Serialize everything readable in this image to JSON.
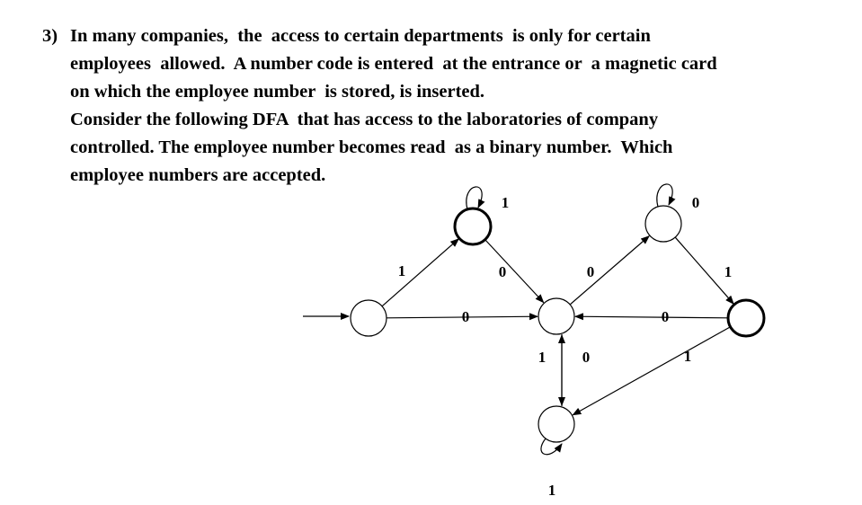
{
  "question": {
    "number": "3)",
    "lines": [
      "In many companies,  the  access to certain departments  is only for certain",
      "employees  allowed.  A number code is entered  at the entrance or  a magnetic card",
      "on which the employee number  is stored, is inserted.",
      "Consider the following DFA  that has access to the laboratories of company",
      "controlled. The employee number becomes read  as a binary number.  Which",
      "employee numbers are accepted."
    ]
  },
  "dfa": {
    "states": [
      {
        "id": "q0",
        "role": "start",
        "accepting": false
      },
      {
        "id": "q1",
        "role": "top-left",
        "accepting": true
      },
      {
        "id": "q2",
        "role": "center",
        "accepting": false
      },
      {
        "id": "q3",
        "role": "top-right",
        "accepting": false
      },
      {
        "id": "q4",
        "role": "right",
        "accepting": true
      },
      {
        "id": "q5",
        "role": "bottom",
        "accepting": false
      }
    ],
    "transitions": [
      {
        "from": "q0",
        "to": "q1",
        "symbol": "1"
      },
      {
        "from": "q0",
        "to": "q2",
        "symbol": "0"
      },
      {
        "from": "q1",
        "to": "q1",
        "symbol": "1"
      },
      {
        "from": "q1",
        "to": "q2",
        "symbol": "0"
      },
      {
        "from": "q2",
        "to": "q3",
        "symbol": "0"
      },
      {
        "from": "q2",
        "to": "q5",
        "symbol": "1"
      },
      {
        "from": "q3",
        "to": "q3",
        "symbol": "0"
      },
      {
        "from": "q3",
        "to": "q4",
        "symbol": "1"
      },
      {
        "from": "q4",
        "to": "q2",
        "symbol": "0"
      },
      {
        "from": "q4",
        "to": "q5",
        "symbol": "1"
      },
      {
        "from": "q5",
        "to": "q2",
        "symbol": "0"
      },
      {
        "from": "q5",
        "to": "q5",
        "symbol": "1"
      }
    ]
  }
}
